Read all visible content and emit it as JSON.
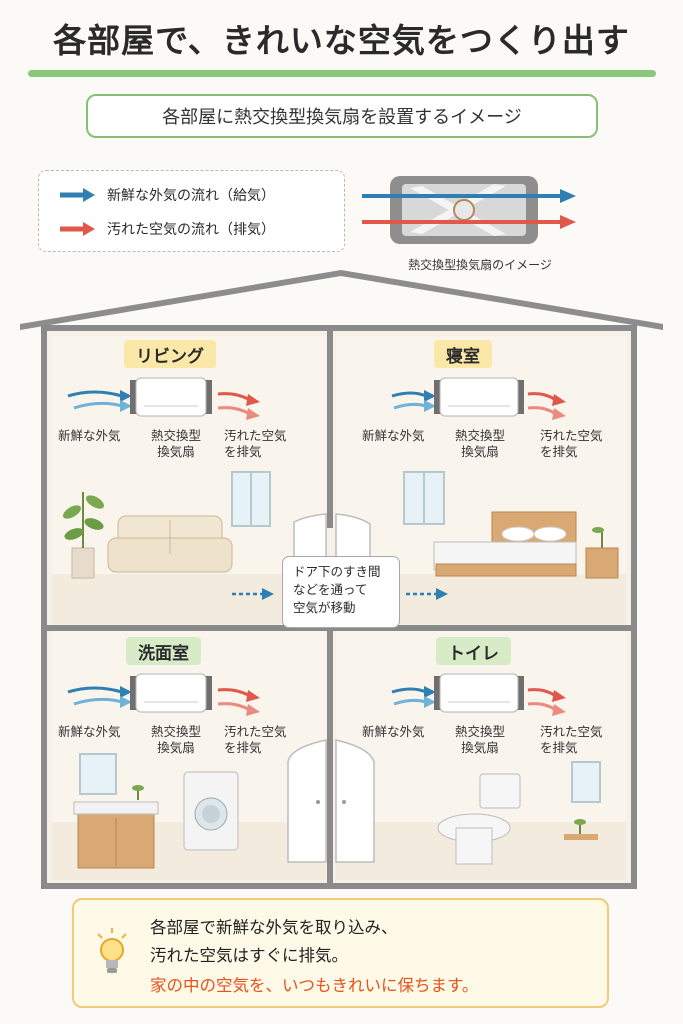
{
  "title": "各部屋で、きれいな空気をつくり出す",
  "subtitle": "各部屋に熱交換型換気扇を設置するイメージ",
  "legend": {
    "fresh": "新鮮な外気の流れ（給気）",
    "stale": "汚れた空気の流れ（排気）"
  },
  "unit_caption": "熱交換型換気扇のイメージ",
  "rooms": [
    {
      "label": "リビング",
      "intake": "新鮮な外気",
      "fan_line1": "熱交換型",
      "fan_line2": "換気扇",
      "exhaust_line1": "汚れた空気",
      "exhaust_line2": "を排気"
    },
    {
      "label": "寝室",
      "intake": "新鮮な外気",
      "fan_line1": "熱交換型",
      "fan_line2": "換気扇",
      "exhaust_line1": "汚れた空気",
      "exhaust_line2": "を排気"
    },
    {
      "label": "洗面室",
      "intake": "新鮮な外気",
      "fan_line1": "熱交換型",
      "fan_line2": "換気扇",
      "exhaust_line1": "汚れた空気",
      "exhaust_line2": "を排気"
    },
    {
      "label": "トイレ",
      "intake": "新鮮な外気",
      "fan_line1": "熱交換型",
      "fan_line2": "換気扇",
      "exhaust_line1": "汚れた空気",
      "exhaust_line2": "を排気"
    }
  ],
  "door_note": {
    "line1": "ドア下のすき間",
    "line2": "などを通って",
    "line3": "空気が移動"
  },
  "message": {
    "line1": "各部屋で新鮮な外気を取り込み、",
    "line2": "汚れた空気はすぐに排気。",
    "line3": "家の中の空気を、いつもきれいに保ちます。"
  },
  "colors": {
    "fresh": "#2f7fb3",
    "stale": "#e0584a",
    "accent": "#e8531c",
    "green": "#8cc57c"
  }
}
